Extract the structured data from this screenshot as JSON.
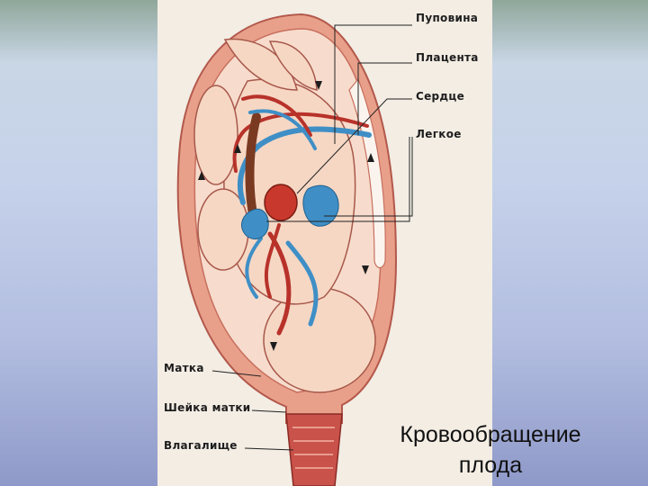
{
  "labels": {
    "umbilical_cord": "Пуповина",
    "placenta": "Плацента",
    "heart": "Сердце",
    "lung": "Легкое",
    "uterus": "Матка",
    "cervix": "Шейка матки",
    "vagina": "Влагалище"
  },
  "caption": {
    "line1": "Кровообращение",
    "line2": "плода"
  },
  "colors": {
    "arterial_red": "#b8322a",
    "venous_blue": "#3f8fc6",
    "uterus_wall": "#e8a08a",
    "fetus_skin": "#f6d7c4",
    "panel_bg": "#f3ede4"
  }
}
